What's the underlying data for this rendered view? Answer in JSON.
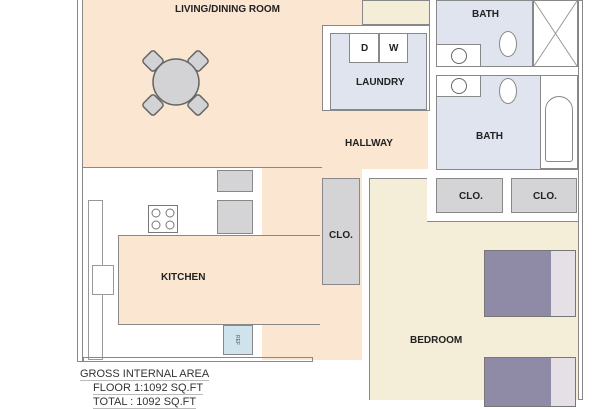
{
  "rooms": {
    "living": "LIVING/DINING ROOM",
    "laundry": "LAUNDRY",
    "dryer": "D",
    "washer": "W",
    "hallway": "HALLWAY",
    "bath_top": "BATH",
    "bath_bottom": "BATH",
    "kitchen": "KITCHEN",
    "fridge": "REF",
    "hall_closet": "CLO.",
    "closet_1": "CLO.",
    "closet_2": "CLO.",
    "bedroom": "BEDROOM"
  },
  "area": {
    "heading": "GROSS INTERNAL AREA",
    "floor": "FLOOR 1:1092 SQ.FT",
    "total": "TOTAL : 1092 SQ.FT"
  },
  "colors": {
    "living": "#fbe6d1",
    "bedroom": "#f4edd8",
    "wet": "#dfe4ee",
    "closet": "#d4d4d6",
    "bed": "#8f8aa6"
  }
}
